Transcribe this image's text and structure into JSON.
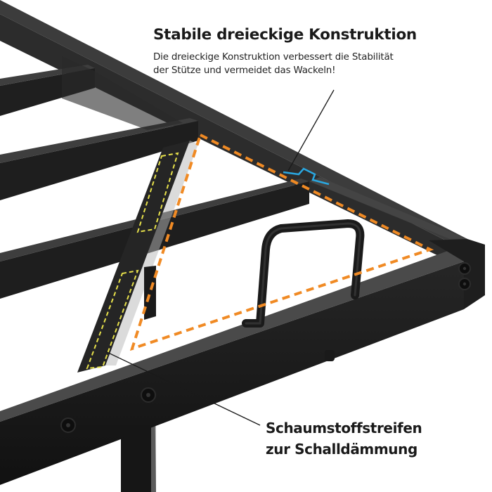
{
  "top_annotation": {
    "title": "Stabile dreieckige Konstruktion",
    "description_line1": "Die dreieckige Konstruktion verbessert die Stabilität",
    "description_line2": "der Stütze und vermeidet das Wackeln!"
  },
  "bottom_annotation": {
    "title_line1": "Schaumstoffstreifen",
    "title_line2": "zur Schalldämmung"
  },
  "colors": {
    "background": "#ffffff",
    "frame_dark": "#1c1c1c",
    "frame_top": "#3a3a3a",
    "triangle_outline": "#f08a24",
    "foam_outline": "#e6e04a",
    "marker_blue": "#2aa7e0",
    "text": "#1a1a1a"
  }
}
